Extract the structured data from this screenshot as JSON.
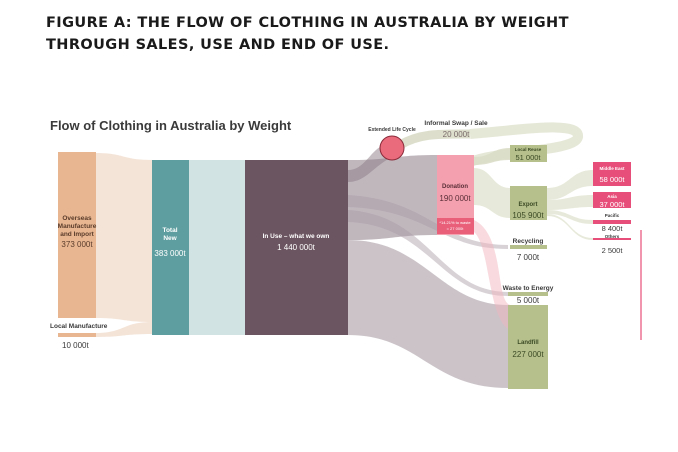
{
  "figure_title_line1": "FIGURE A: THE FLOW OF CLOTHING IN AUSTRALIA BY WEIGHT",
  "figure_title_line2": "THROUGH SALES, USE AND END OF USE.",
  "chart_title": "Flow of Clothing in Australia by Weight",
  "colors": {
    "overseas": "#e8b792",
    "total_new": "#5f9ea0",
    "in_use": "#6b5560",
    "donation": "#f4a0ae",
    "green": "#b5c08d",
    "pink": "#e74f7a",
    "flow_light": "#f3e3d6"
  },
  "nodes": {
    "overseas": {
      "label_lines": [
        "Overseas",
        "Manufacture",
        "and Import"
      ],
      "value": "373 000t"
    },
    "local": {
      "label": "Local Manufacture",
      "value": "10 000t"
    },
    "total_new": {
      "label_lines": [
        "Total",
        "New"
      ],
      "value": "383 000t"
    },
    "in_use": {
      "label": "In Use – what we own",
      "value": "1 440 000t"
    },
    "extended": {
      "label": "Extended Life Cycle"
    },
    "informal": {
      "label": "Informal Swap / Sale",
      "value": "20 000t"
    },
    "donation": {
      "label": "Donation",
      "value": "190 000t",
      "note_lines": [
        "*14.21% to waste",
        "= 27 000t"
      ]
    },
    "local_reuse": {
      "label": "Local Reuse",
      "value": "51 000t"
    },
    "export": {
      "label": "Export",
      "value": "105 900t"
    },
    "recycling": {
      "label": "Recycling",
      "value": "7 000t"
    },
    "waste_energy": {
      "label": "Waste to Energy",
      "value": "5 000t"
    },
    "landfill": {
      "label": "Landfill",
      "value": "227 000t"
    },
    "middle_east": {
      "label": "Middle East",
      "value": "58 000t"
    },
    "asia": {
      "label": "Asia",
      "value": "37 000t"
    },
    "pacific": {
      "label": "Pacific",
      "value": "8 400t"
    },
    "others": {
      "label": "Others",
      "value": "2 500t"
    }
  }
}
